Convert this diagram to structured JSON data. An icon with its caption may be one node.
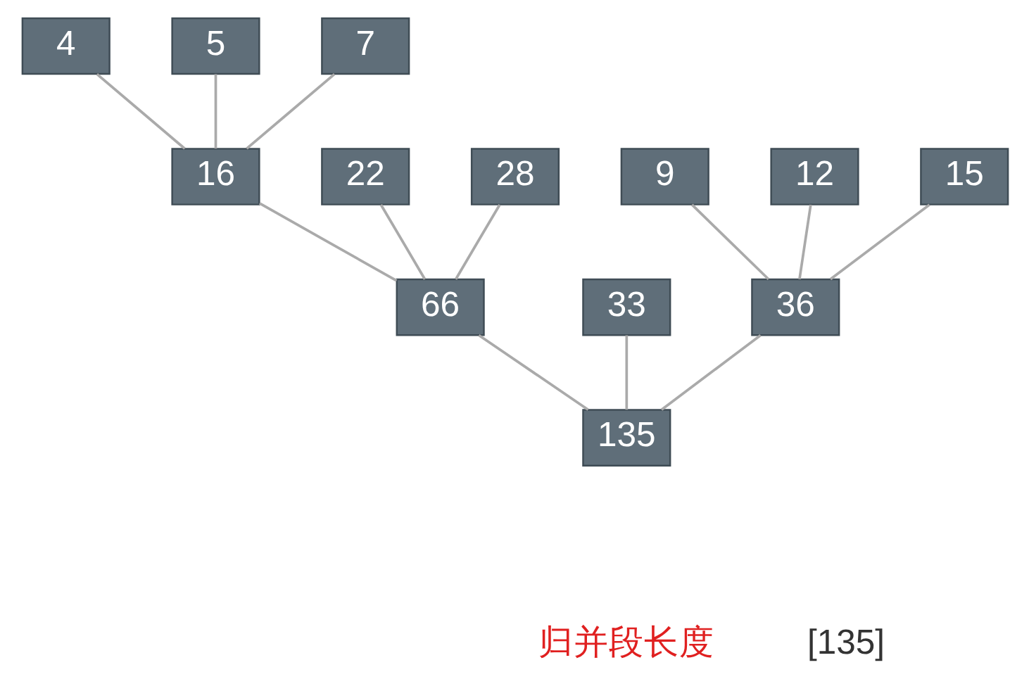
{
  "diagram": {
    "nodes": [
      {
        "text": [
          "4"
        ]
      },
      {
        "text": [
          "5"
        ]
      },
      {
        "text": [
          "7"
        ]
      },
      {
        "text": [
          "22"
        ]
      },
      {
        "text": [
          "16"
        ]
      },
      {
        "text": [
          "28"
        ]
      },
      {
        "text": [
          "9"
        ]
      },
      {
        "text": [
          "12"
        ]
      },
      {
        "text": [
          "15"
        ]
      },
      {
        "text": [
          "66"
        ]
      },
      {
        "text": [
          "33"
        ]
      },
      {
        "text": [
          "36"
        ]
      },
      {
        "text": [
          "135"
        ]
      }
    ],
    "edges": [
      {
        "from": 0,
        "to": 4,
        "arrow": "none"
      },
      {
        "from": 1,
        "to": 4,
        "arrow": "none"
      },
      {
        "from": 2,
        "to": 4,
        "arrow": "none"
      },
      {
        "from": 3,
        "to": 9,
        "arrow": "none"
      },
      {
        "from": 4,
        "to": 9,
        "arrow": "none"
      },
      {
        "from": 5,
        "to": 9,
        "arrow": "none"
      },
      {
        "from": 6,
        "to": 11,
        "arrow": "none"
      },
      {
        "from": 7,
        "to": 11,
        "arrow": "none"
      },
      {
        "from": 8,
        "to": 11,
        "arrow": "none"
      },
      {
        "from": 9,
        "to": 12,
        "arrow": "none"
      },
      {
        "from": 10,
        "to": 12,
        "arrow": "none"
      },
      {
        "from": 11,
        "to": 12,
        "arrow": "none"
      }
    ],
    "labels": [
      "归并段长度",
      "[135]"
    ]
  }
}
